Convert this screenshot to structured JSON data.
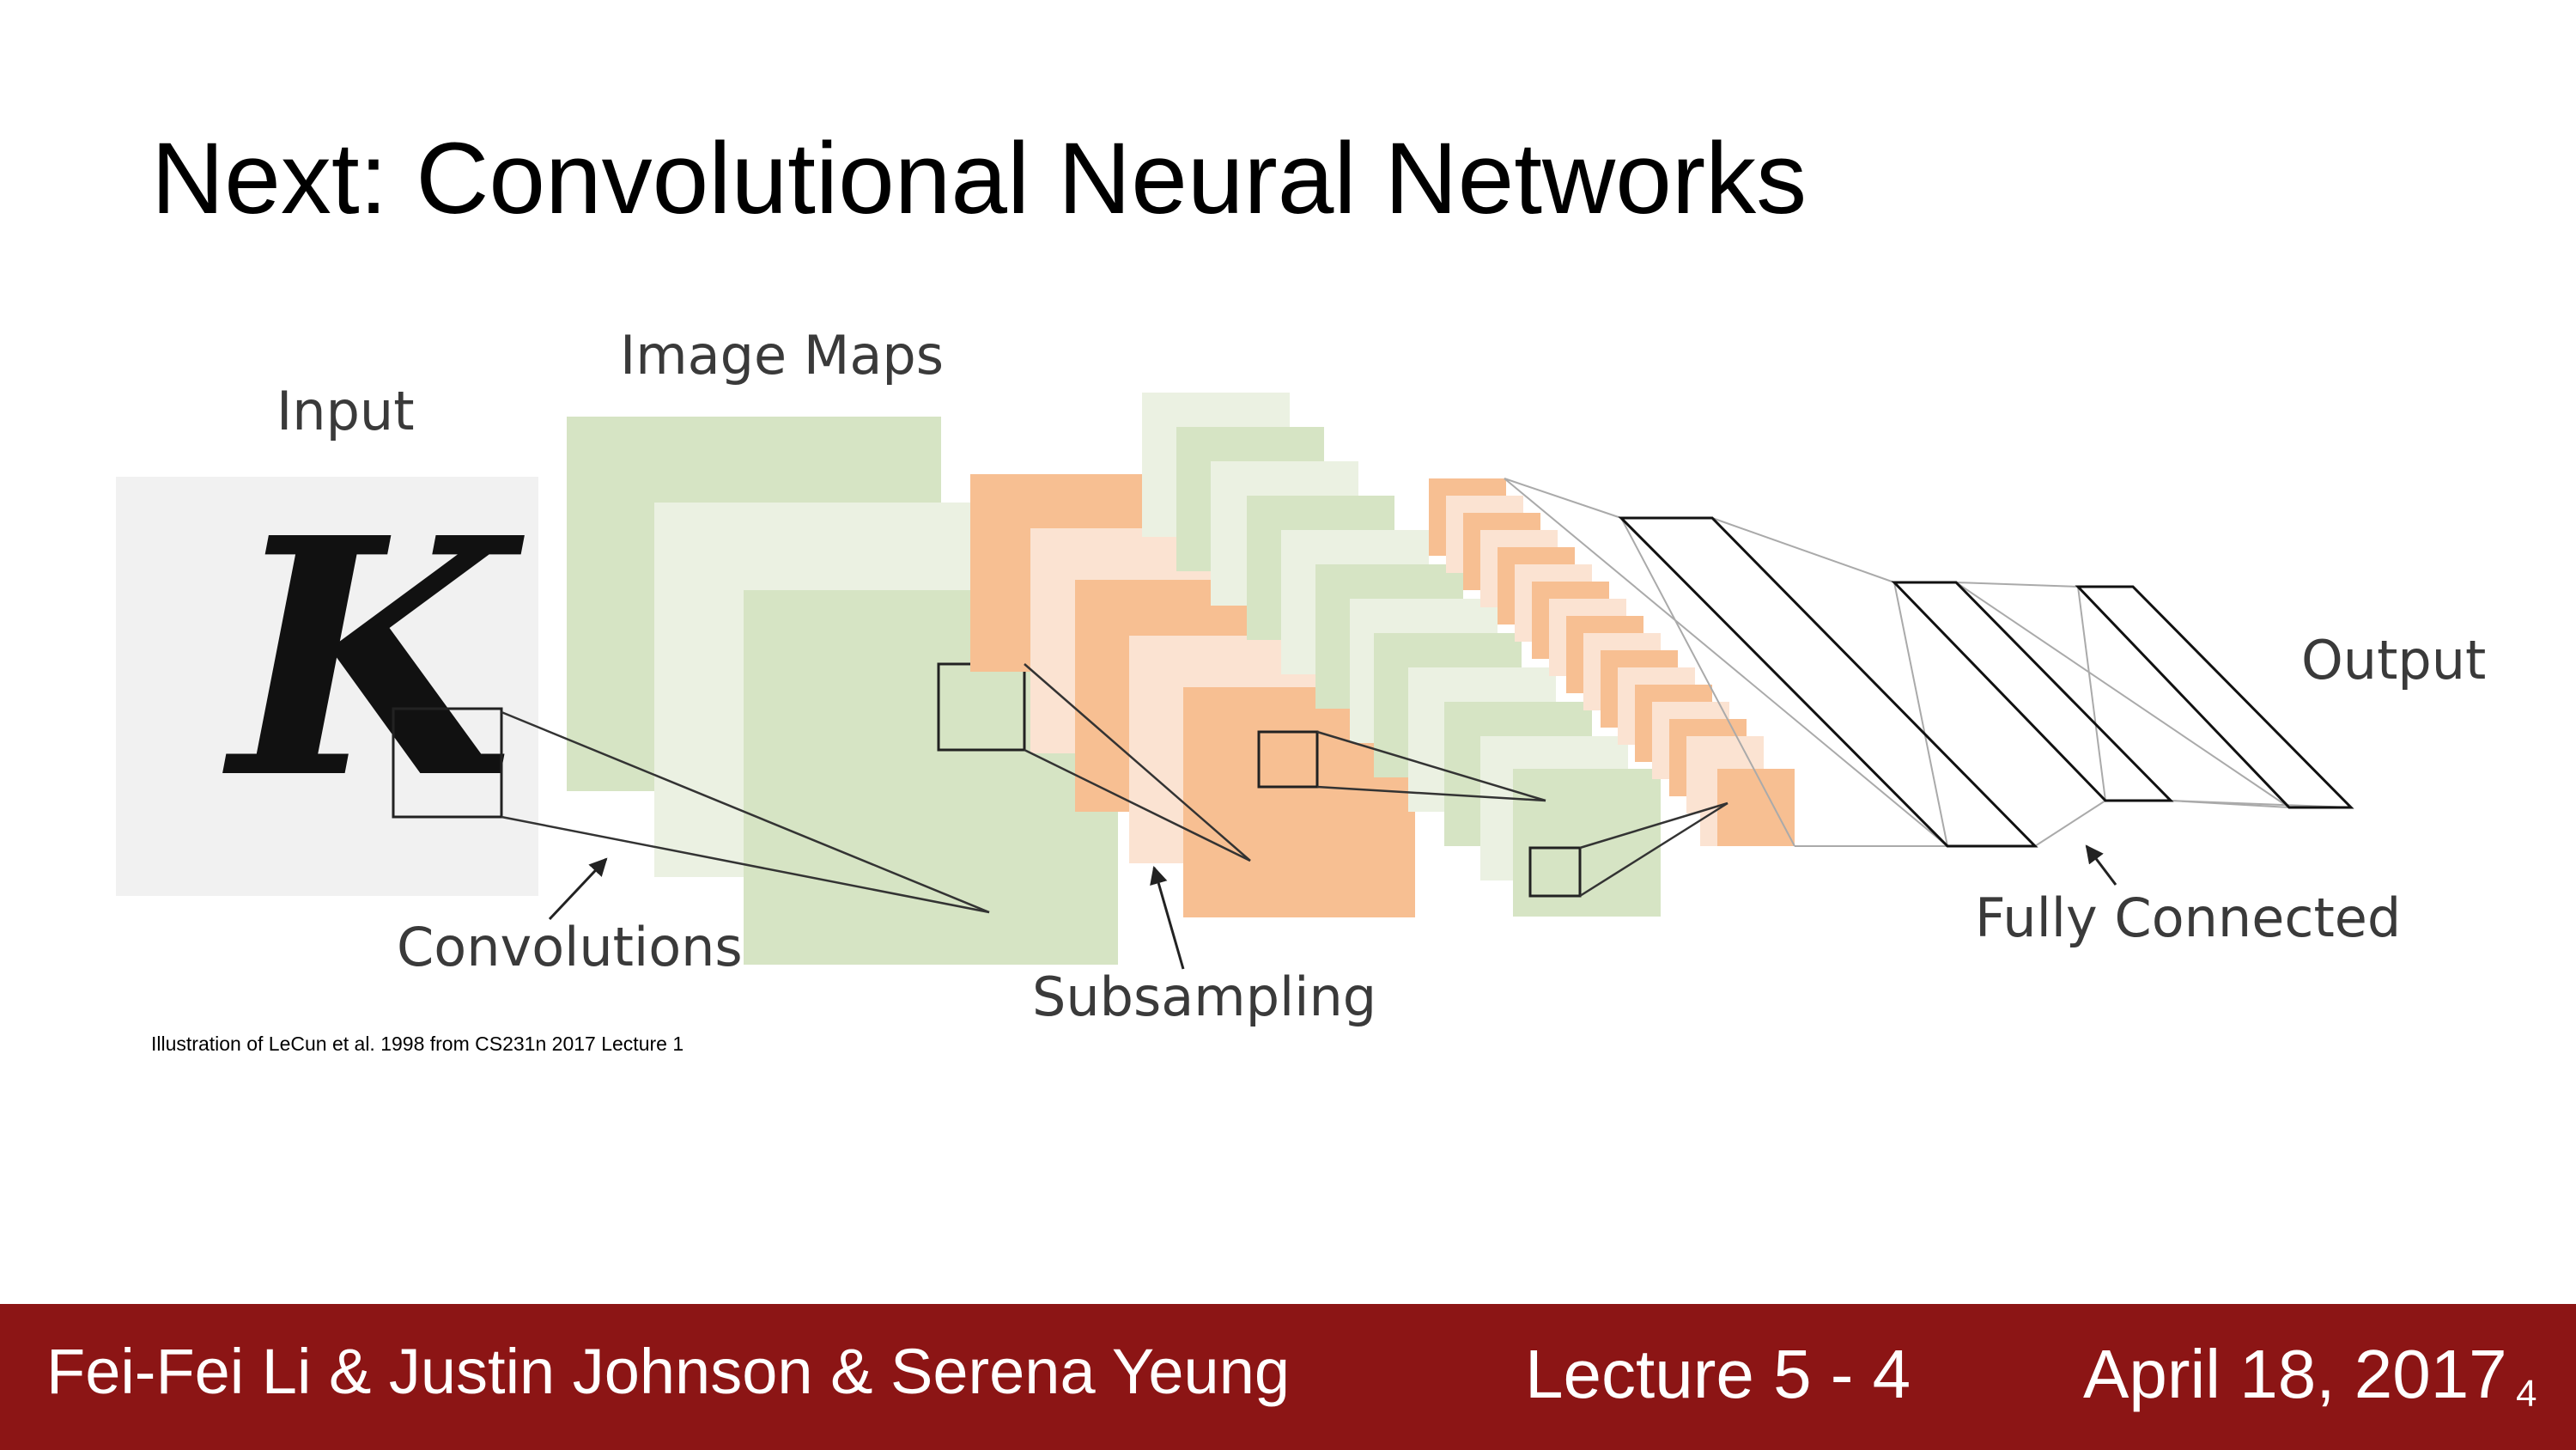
{
  "slide": {
    "title": "Next: Convolutional Neural Networks",
    "caption": "Illustration of LeCun et al. 1998 from CS231n 2017 Lecture 1"
  },
  "diagram": {
    "input_letter": "K",
    "labels": {
      "input": "Input",
      "image_maps": "Image Maps",
      "output": "Output",
      "convolutions": "Convolutions",
      "subsampling": "Subsampling",
      "fully_connected": "Fully Connected"
    },
    "colors": {
      "green": "#d6e4c4",
      "light_green": "#ebf1e2",
      "orange": "#f7bf92",
      "light_orange": "#fbe3d2",
      "input_bg": "#f1f1f1"
    }
  },
  "footer": {
    "authors": "Fei-Fei Li & Justin Johnson & Serena Yeung",
    "lecture": "Lecture 5 -  4",
    "date": "April 18, 2017",
    "page": "4",
    "background_color": "#8c1515"
  }
}
